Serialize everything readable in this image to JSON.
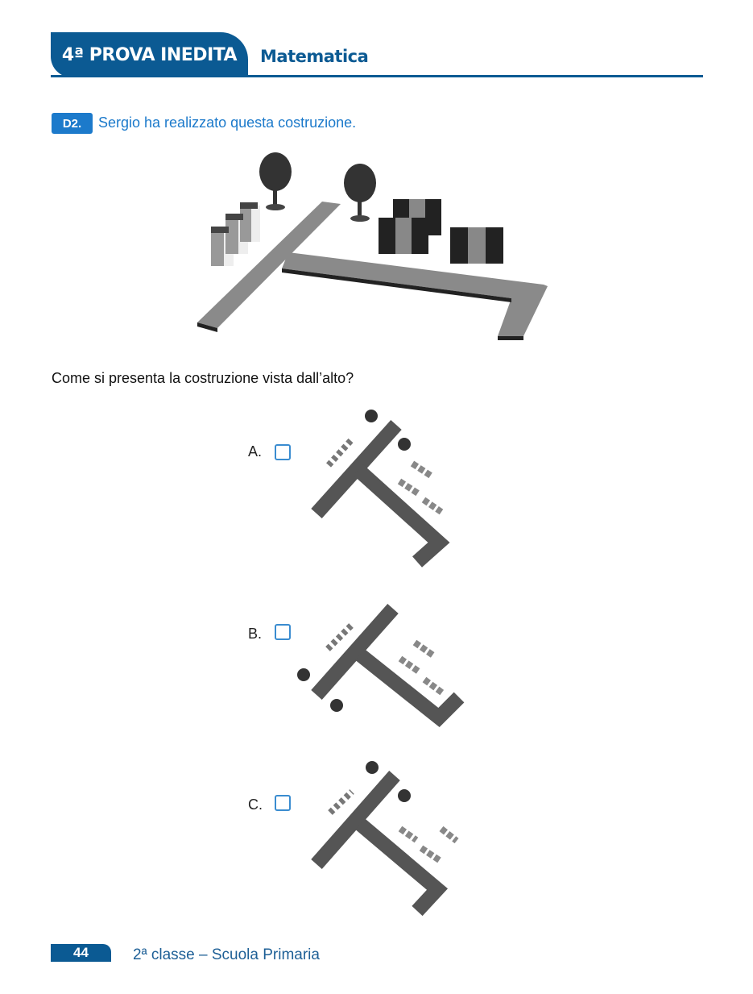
{
  "header": {
    "tab_label": "4ª PROVA INEDITA",
    "subject": "Matematica"
  },
  "exercise": {
    "number": "D2.",
    "title": "Sergio ha realizzato questa costruzione.",
    "question": "Come si presenta la costruzione vista dall’alto?",
    "options": [
      {
        "label": "A.",
        "checked": false
      },
      {
        "label": "B.",
        "checked": false
      },
      {
        "label": "C.",
        "checked": false
      }
    ]
  },
  "footer": {
    "page_number": "44",
    "text": "2ª classe – Scuola Primaria"
  },
  "colors": {
    "brand": "#0b5a93",
    "accent": "#1c7acb",
    "road": "#555555"
  }
}
